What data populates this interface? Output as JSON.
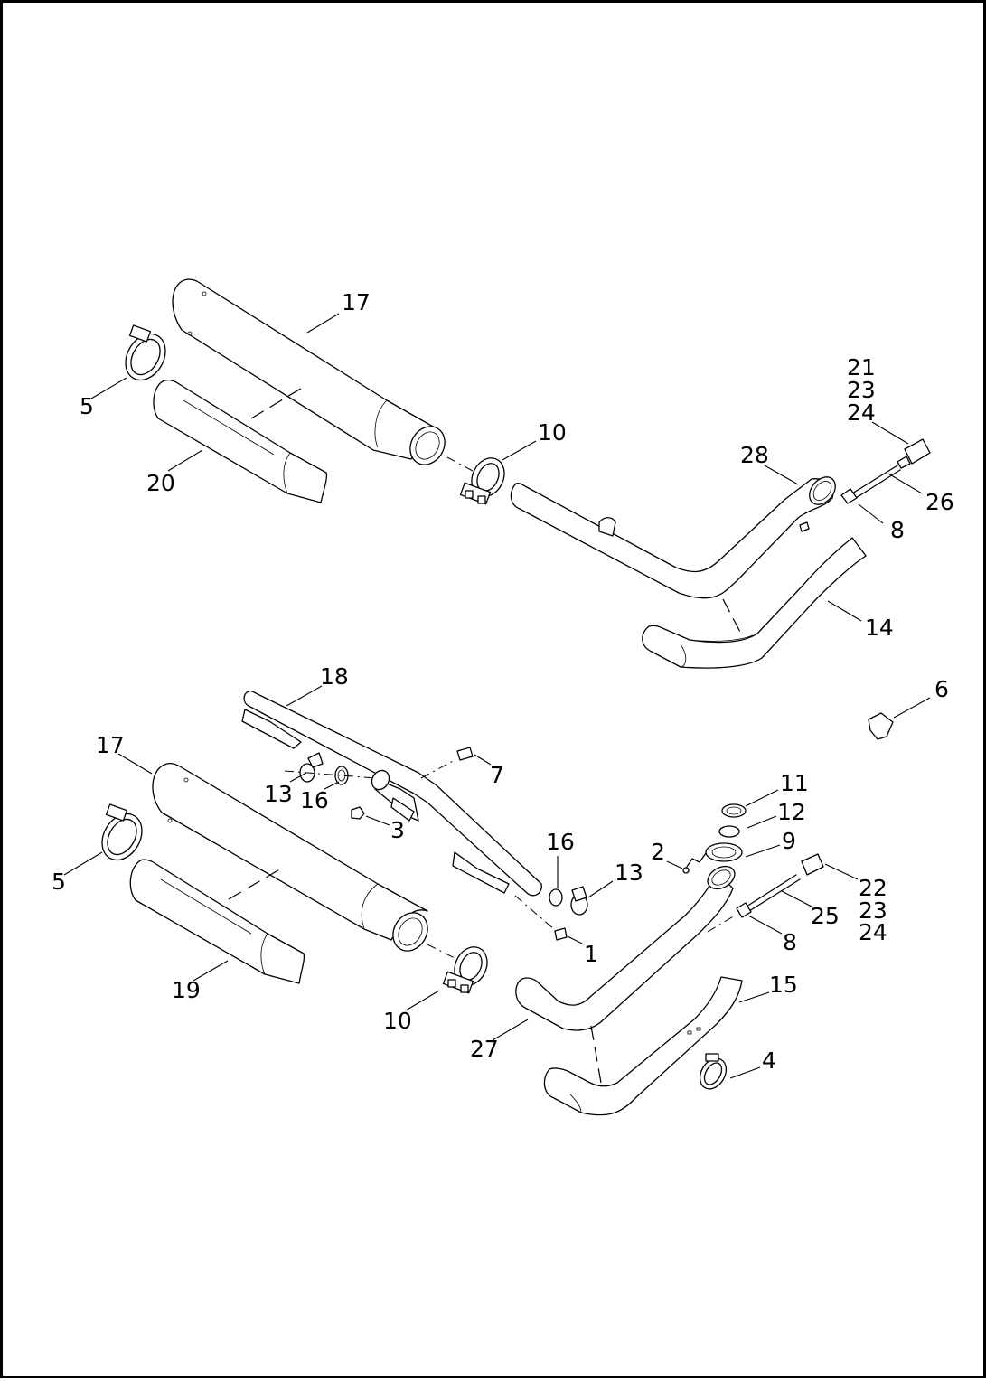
{
  "callouts": [
    {
      "id": "c17a",
      "label": "17"
    },
    {
      "id": "c5a",
      "label": "5"
    },
    {
      "id": "c20",
      "label": "20"
    },
    {
      "id": "c10a",
      "label": "10"
    },
    {
      "id": "c21",
      "label": "21"
    },
    {
      "id": "c23a",
      "label": "23"
    },
    {
      "id": "c24a",
      "label": "24"
    },
    {
      "id": "c28",
      "label": "28"
    },
    {
      "id": "c26",
      "label": "26"
    },
    {
      "id": "c8a",
      "label": "8"
    },
    {
      "id": "c14",
      "label": "14"
    },
    {
      "id": "c18",
      "label": "18"
    },
    {
      "id": "c6",
      "label": "6"
    },
    {
      "id": "c17b",
      "label": "17"
    },
    {
      "id": "c7",
      "label": "7"
    },
    {
      "id": "c13a",
      "label": "13"
    },
    {
      "id": "c16a",
      "label": "16"
    },
    {
      "id": "c11",
      "label": "11"
    },
    {
      "id": "c3",
      "label": "3"
    },
    {
      "id": "c12",
      "label": "12"
    },
    {
      "id": "c5b",
      "label": "5"
    },
    {
      "id": "c9",
      "label": "9"
    },
    {
      "id": "c16b",
      "label": "16"
    },
    {
      "id": "c2",
      "label": "2"
    },
    {
      "id": "c13b",
      "label": "13"
    },
    {
      "id": "c22",
      "label": "22"
    },
    {
      "id": "c23b",
      "label": "23"
    },
    {
      "id": "c25",
      "label": "25"
    },
    {
      "id": "c24b",
      "label": "24"
    },
    {
      "id": "c8b",
      "label": "8"
    },
    {
      "id": "c1",
      "label": "1"
    },
    {
      "id": "c19",
      "label": "19"
    },
    {
      "id": "c15",
      "label": "15"
    },
    {
      "id": "c10b",
      "label": "10"
    },
    {
      "id": "c27",
      "label": "27"
    },
    {
      "id": "c4",
      "label": "4"
    }
  ]
}
